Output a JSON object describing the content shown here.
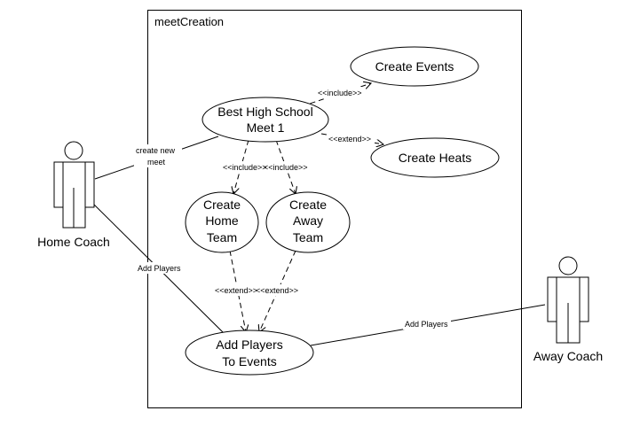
{
  "system": {
    "title": "meetCreation"
  },
  "actors": {
    "home_coach": "Home Coach",
    "away_coach": "Away Coach"
  },
  "use_cases": {
    "best_high_school": [
      "Best High School",
      "Meet 1"
    ],
    "create_events": [
      "Create Events"
    ],
    "create_heats": [
      "Create Heats"
    ],
    "create_home_team": [
      "Create",
      "Home",
      "Team"
    ],
    "create_away_team": [
      "Create",
      "Away",
      "Team"
    ],
    "add_players": [
      "Add Players",
      "To Events"
    ]
  },
  "relations": {
    "include_events": "<<include>>",
    "extend_heats": "<<extend>>",
    "include_home": "<<include>>",
    "include_away": "<<include>>",
    "extend_home_add": "<<extend>>",
    "extend_away_add": "<<extend>>",
    "create_new_meet": [
      "create new",
      "meet"
    ],
    "home_add_players": "Add Players",
    "away_add_players": "Add Players"
  }
}
